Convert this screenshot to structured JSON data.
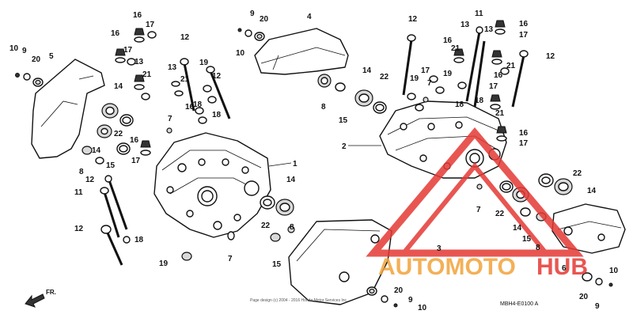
{
  "diagram": {
    "footer_copyright": "Page design (c) 2004 - 2016 Honda Motor Services Inc.",
    "diagram_code": "MBH4-E0100 A",
    "direction_label": "FR.",
    "watermark": {
      "part1": "AUTOMOTO",
      "part2": "HUB",
      "color_main": "#f2a33a",
      "color_tri": "#e53935"
    }
  },
  "callouts": [
    {
      "id": "c10a",
      "text": "10"
    },
    {
      "id": "c9a",
      "text": "9"
    },
    {
      "id": "c20a",
      "text": "20"
    },
    {
      "id": "c5",
      "text": "5"
    },
    {
      "id": "c16a",
      "text": "16"
    },
    {
      "id": "c17a",
      "text": "17"
    },
    {
      "id": "c16b",
      "text": "16"
    },
    {
      "id": "c17b",
      "text": "17"
    },
    {
      "id": "c13a",
      "text": "13"
    },
    {
      "id": "c21a",
      "text": "21"
    },
    {
      "id": "c14a",
      "text": "14"
    },
    {
      "id": "c22a",
      "text": "22"
    },
    {
      "id": "c14b",
      "text": "14"
    },
    {
      "id": "c16c",
      "text": "16"
    },
    {
      "id": "c8a",
      "text": "8"
    },
    {
      "id": "c15a",
      "text": "15"
    },
    {
      "id": "c17c",
      "text": "17"
    },
    {
      "id": "c12a",
      "text": "12"
    },
    {
      "id": "c11a",
      "text": "11"
    },
    {
      "id": "c12b",
      "text": "12"
    },
    {
      "id": "c18a",
      "text": "18"
    },
    {
      "id": "c19a",
      "text": "19"
    },
    {
      "id": "c7a",
      "text": "7"
    },
    {
      "id": "c12c",
      "text": "12"
    },
    {
      "id": "c13b",
      "text": "13"
    },
    {
      "id": "c21b",
      "text": "21"
    },
    {
      "id": "c19b",
      "text": "19"
    },
    {
      "id": "c12d",
      "text": "12"
    },
    {
      "id": "c18b",
      "text": "18"
    },
    {
      "id": "c16d",
      "text": "16"
    },
    {
      "id": "c18c",
      "text": "18"
    },
    {
      "id": "c1",
      "text": "1"
    },
    {
      "id": "c14c",
      "text": "14"
    },
    {
      "id": "c22b",
      "text": "22"
    },
    {
      "id": "c8b",
      "text": "8"
    },
    {
      "id": "c7b",
      "text": "7"
    },
    {
      "id": "c15b",
      "text": "15"
    },
    {
      "id": "c9b",
      "text": "9"
    },
    {
      "id": "c20b",
      "text": "20"
    },
    {
      "id": "c10b",
      "text": "10"
    },
    {
      "id": "c4",
      "text": "4"
    },
    {
      "id": "c8c",
      "text": "8"
    },
    {
      "id": "c15c",
      "text": "15"
    },
    {
      "id": "c14d",
      "text": "14"
    },
    {
      "id": "c22c",
      "text": "22"
    },
    {
      "id": "c12e",
      "text": "12"
    },
    {
      "id": "c19c",
      "text": "19"
    },
    {
      "id": "c17d",
      "text": "17"
    },
    {
      "id": "c7c",
      "text": "7"
    },
    {
      "id": "c16e",
      "text": "16"
    },
    {
      "id": "c21c",
      "text": "21"
    },
    {
      "id": "c18d",
      "text": "18"
    },
    {
      "id": "c19d",
      "text": "19"
    },
    {
      "id": "c13c",
      "text": "13"
    },
    {
      "id": "c11b",
      "text": "11"
    },
    {
      "id": "c13d",
      "text": "13"
    },
    {
      "id": "c16f",
      "text": "16"
    },
    {
      "id": "c17e",
      "text": "17"
    },
    {
      "id": "c12f",
      "text": "12"
    },
    {
      "id": "c21d",
      "text": "21"
    },
    {
      "id": "c16g",
      "text": "16"
    },
    {
      "id": "c17f",
      "text": "17"
    },
    {
      "id": "c21e",
      "text": "21"
    },
    {
      "id": "c18e",
      "text": "18"
    },
    {
      "id": "c16h",
      "text": "16"
    },
    {
      "id": "c17g",
      "text": "17"
    },
    {
      "id": "c2",
      "text": "2"
    },
    {
      "id": "c22d",
      "text": "22"
    },
    {
      "id": "c14e",
      "text": "14"
    },
    {
      "id": "c7d",
      "text": "7"
    },
    {
      "id": "c22e",
      "text": "22"
    },
    {
      "id": "c14f",
      "text": "14"
    },
    {
      "id": "c15d",
      "text": "15"
    },
    {
      "id": "c8d",
      "text": "8"
    },
    {
      "id": "c3",
      "text": "3"
    },
    {
      "id": "c20c",
      "text": "20"
    },
    {
      "id": "c9c",
      "text": "9"
    },
    {
      "id": "c10c",
      "text": "10"
    },
    {
      "id": "c6",
      "text": "6"
    },
    {
      "id": "c10d",
      "text": "10"
    },
    {
      "id": "c20d",
      "text": "20"
    },
    {
      "id": "c9d",
      "text": "9"
    }
  ]
}
